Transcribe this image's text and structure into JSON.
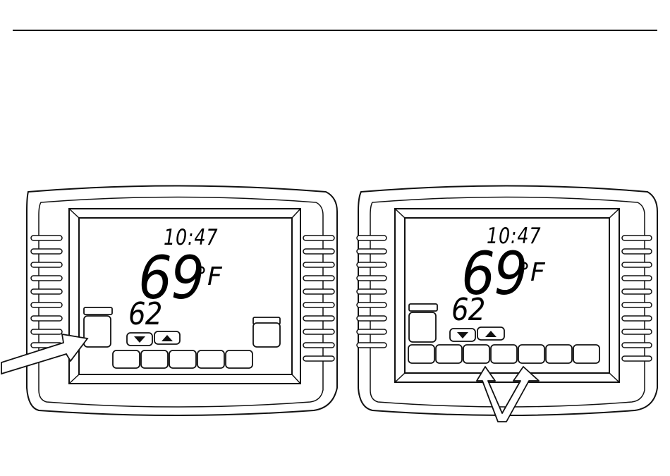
{
  "thermostats": [
    {
      "id": "left",
      "time": "10:47",
      "current_temp": "69",
      "unit": "°F",
      "setpoint": "62",
      "soft_keys": 5,
      "arrow_target": "left-side-panel"
    },
    {
      "id": "right",
      "time": "10:47",
      "current_temp": "69",
      "unit": "°F",
      "setpoint": "62",
      "soft_keys": 7,
      "arrow_target": "bottom-soft-keys"
    }
  ],
  "icons": {
    "down": "down-arrow-icon",
    "up": "up-arrow-icon",
    "pointer": "pointer-arrow-icon"
  },
  "colors": {
    "line": "#111111",
    "background": "#ffffff"
  }
}
